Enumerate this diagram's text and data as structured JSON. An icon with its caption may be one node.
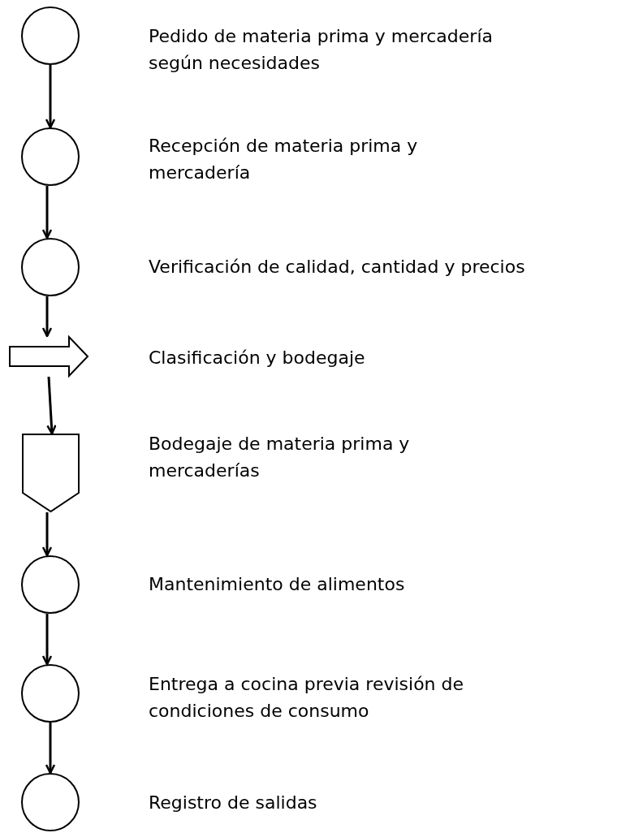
{
  "diagram": {
    "nodes": [
      {
        "text": [],
        "shape": "circle",
        "beside": [
          "Pedido de materia prima y mercadería según necesidades"
        ]
      },
      {
        "text": [],
        "shape": "circle",
        "beside": [
          "Recepción de materia prima y mercadería"
        ]
      },
      {
        "text": [],
        "shape": "circle",
        "beside": [
          "Verificación de calidad, cantidad y precios"
        ]
      },
      {
        "text": [],
        "shape": "arrow",
        "beside": [
          "Clasificación y bodegaje"
        ]
      },
      {
        "text": [],
        "shape": "pentagon",
        "beside": [
          "Bodegaje de materia prima y mercaderías"
        ]
      },
      {
        "text": [],
        "shape": "circle",
        "beside": [
          "Mantenimiento de alimentos"
        ]
      },
      {
        "text": [],
        "shape": "circle",
        "beside": [
          "Entrega a cocina previa revisión de condiciones de consumo"
        ]
      },
      {
        "text": [],
        "shape": "circle",
        "beside": [
          "Registro de salidas"
        ]
      }
    ],
    "edges": [
      {
        "from": 0,
        "to": 1,
        "arrow": "to"
      },
      {
        "from": 1,
        "to": 2,
        "arrow": "to"
      },
      {
        "from": 2,
        "to": 3,
        "arrow": "to"
      },
      {
        "from": 3,
        "to": 4,
        "arrow": "to"
      },
      {
        "from": 4,
        "to": 5,
        "arrow": "to"
      },
      {
        "from": 5,
        "to": 6,
        "arrow": "to"
      },
      {
        "from": 6,
        "to": 7,
        "arrow": "to"
      }
    ]
  }
}
